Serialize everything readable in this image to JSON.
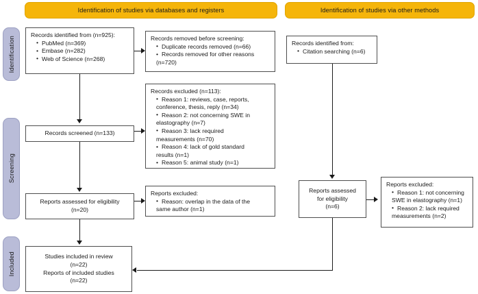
{
  "title": "PRISMA 2020 flow diagram",
  "colors": {
    "header_bar": "#f5b50a",
    "stage_label": "#b9bcd8",
    "box_border": "#4d4d4d",
    "connector": "#1a1a1a",
    "background": "#ffffff"
  },
  "headers": {
    "databases": "Identification of studies via databases and registers",
    "other": "Identification of studies via other methods"
  },
  "stages": {
    "identification": "Identification",
    "screening": "Screening",
    "included": "Included"
  },
  "boxes": {
    "records_identified": {
      "head": "Records identified from (n=925):",
      "items": [
        "PubMed (n=369)",
        "Embase (n=282)",
        "Web of Science (n=268)"
      ]
    },
    "records_removed": {
      "head": "Records removed before screening:",
      "items": [
        "Duplicate records removed (n=66)",
        "Records removed for other reasons"
      ],
      "cont": "(n=720)"
    },
    "records_screened": {
      "line1": "Records screened (n=133)"
    },
    "records_excluded": {
      "head": "Records excluded (n=113):",
      "items": [
        "Reason 1: reviews, case, reports,",
        "Reason 2: not concerning SWE in",
        "Reason 3: lack required",
        "Reason 4: lack of gold standard",
        "Reason 5: animal study (n=1)"
      ],
      "conts": [
        "conference, thesis, reply (n=34)",
        "elastography (n=7)",
        "measurements (n=70)",
        "results (n=1)"
      ]
    },
    "reports_assessed_left": {
      "line1": "Reports assessed for eligibility",
      "line2": "(n=20)"
    },
    "reports_excluded_left": {
      "head": "Reports excluded:",
      "items": [
        "Reason: overlap in the data of the"
      ],
      "cont": "same author (n=1)"
    },
    "studies_included": {
      "line1": "Studies included in review",
      "line2": "(n=22)",
      "line3": "Reports of included studies",
      "line4": "(n=22)"
    },
    "records_identified_other": {
      "head": "Records identified from:",
      "items": [
        "Citation searching (n=6)"
      ]
    },
    "reports_assessed_right": {
      "line1": "Reports assessed",
      "line2": "for eligibility",
      "line3": "(n=6)"
    },
    "reports_excluded_right": {
      "head": "Reports excluded:",
      "items": [
        "Reason 1: not concerning",
        "Reason 2: lack required"
      ],
      "conts": [
        "SWE in elastography (n=1)",
        "measurements (n=2)"
      ]
    }
  }
}
